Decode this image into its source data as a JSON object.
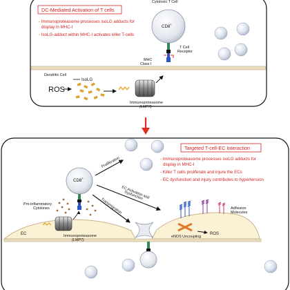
{
  "panel_top": {
    "title": "DC-Mediated Activation of T cells",
    "bullets": [
      "- Immunoproteasome processes isoLG adducts for",
      "display in MHC-I",
      "- IsoLG-adduct within MHC-I activates killer T-cells"
    ],
    "cytotoxic_label": "Cytotoxic T Cell",
    "cd8": "CD8",
    "cd8_sup": "+",
    "tcr_label_1": "T Cell",
    "tcr_label_2": "Receptor",
    "mhc_label_1": "MHC",
    "mhc_label_2": "Class I",
    "dc_label": "Dendritic Cell",
    "isolg_label": "IsoLG",
    "ros_label": "ROS",
    "immuno_label": "Immunoproteasome",
    "immuno_italic": "(LMP7)"
  },
  "panel_bottom": {
    "title": "Targeted T-cell-EC Interaction",
    "bullets": [
      "- Immunoproteasome processes isoLG adducts for",
      "display in MHC-I",
      "- Killer T cells proliferate and injure the ECs",
      "- EC dysfunction and injury contributes to hypertension"
    ],
    "cd8": "CD8",
    "cd8_sup": "+",
    "proliferation_label": "Proliferation",
    "ec_activation_1": "EC Activation and",
    "ec_activation_2": "Dysfunction",
    "cytokines_1": "Pro-inflammatory",
    "cytokines_2": "Cytokines",
    "transmigration_label": "Transmigration",
    "ec_label": "EC",
    "immuno_label": "Immunoproteasome",
    "immuno_italic": "(LMP7)",
    "enos_label": "eNOS Uncoupling",
    "ros_label": "ROS",
    "adhesion_1": "Adhesion",
    "adhesion_2": "Molecules"
  },
  "colors": {
    "title_red": "#d42222",
    "arrow_red": "#e52a1f",
    "membrane": "#c9b48a",
    "cell_fill": "#fbf2d6",
    "bubble": "#cfd8e6",
    "receptor_blue": "#2b56c2",
    "mhc_blue": "#3a4fb8",
    "tcr_green": "#2e8b57",
    "isolg_orange": "#e6a52d"
  }
}
